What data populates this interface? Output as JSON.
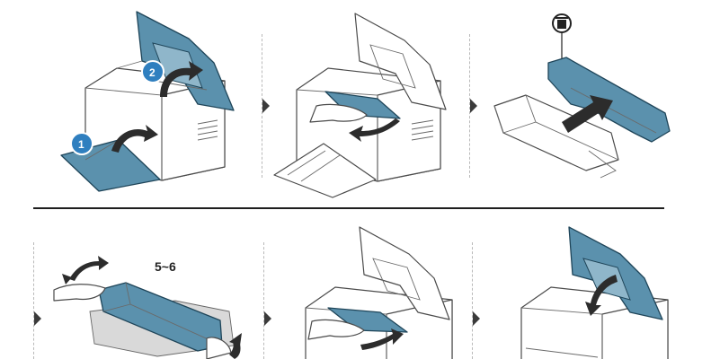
{
  "steps": [
    {
      "id": 1,
      "badges": [
        "1",
        "2"
      ]
    },
    {
      "id": 2
    },
    {
      "id": 3
    },
    {
      "id": 4,
      "label": "5~6"
    },
    {
      "id": 5
    },
    {
      "id": 6
    }
  ],
  "colors": {
    "accent_teal": "#5b91ad",
    "badge_blue": "#2f7fbf",
    "outline": "#4b4b4b",
    "divider": "#1e1e1e",
    "dashed": "#b9b9b9"
  },
  "icons": [
    "trash-icon",
    "step-arrow-icon",
    "rotate-arrow-icon",
    "push-arrow-icon"
  ]
}
